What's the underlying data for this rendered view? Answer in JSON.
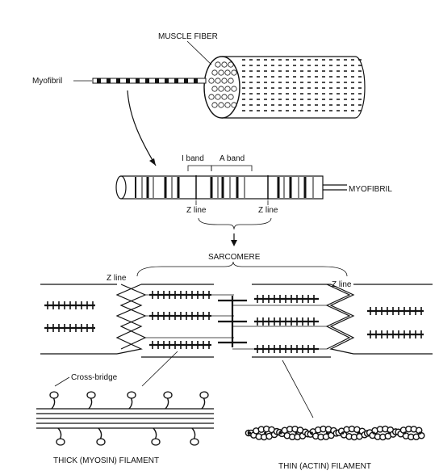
{
  "labels": {
    "muscle_fiber": "MUSCLE FIBER",
    "myofibril_left": "Myofibril",
    "i_band": "I band",
    "a_band": "A band",
    "myofibril_right": "MYOFIBRIL",
    "z_line_1": "Z line",
    "z_line_2": "Z line",
    "sarcomere": "SARCOMERE",
    "z_line_left": "Z line",
    "z_line_right": "Z line",
    "cross_bridge": "Cross-bridge",
    "thick_filament": "THICK (MYOSIN) FILAMENT",
    "thin_filament": "THIN (ACTIN) FILAMENT"
  },
  "colors": {
    "ink": "#111111",
    "background": "#ffffff"
  }
}
